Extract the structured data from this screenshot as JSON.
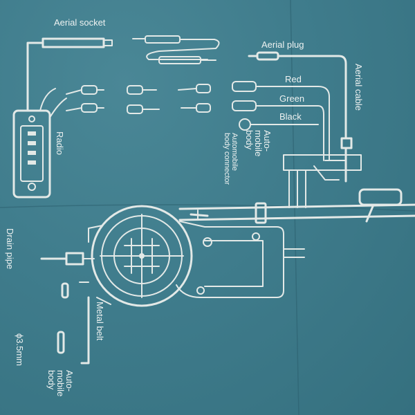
{
  "labels": {
    "aerial_socket": "Aerial socket",
    "aerial_plug": "Aerial plug",
    "aerial_cable": "Aerial cable",
    "red": "Red",
    "green": "Green",
    "black": "Black",
    "radio": "Radio",
    "automobile_body_top": [
      "Auto-",
      "mobile",
      "body"
    ],
    "automobile_body_connector": [
      "Automobile",
      "body connector"
    ],
    "drain_pipe": "Drain pipe",
    "metal_belt": "Metal belt",
    "diameter": "ϕ3.5mm",
    "automobile_body_bottom": [
      "Auto-",
      "mobile",
      "body"
    ]
  },
  "colors": {
    "background": "#3e7a8a",
    "print": "#e3e9e7"
  }
}
